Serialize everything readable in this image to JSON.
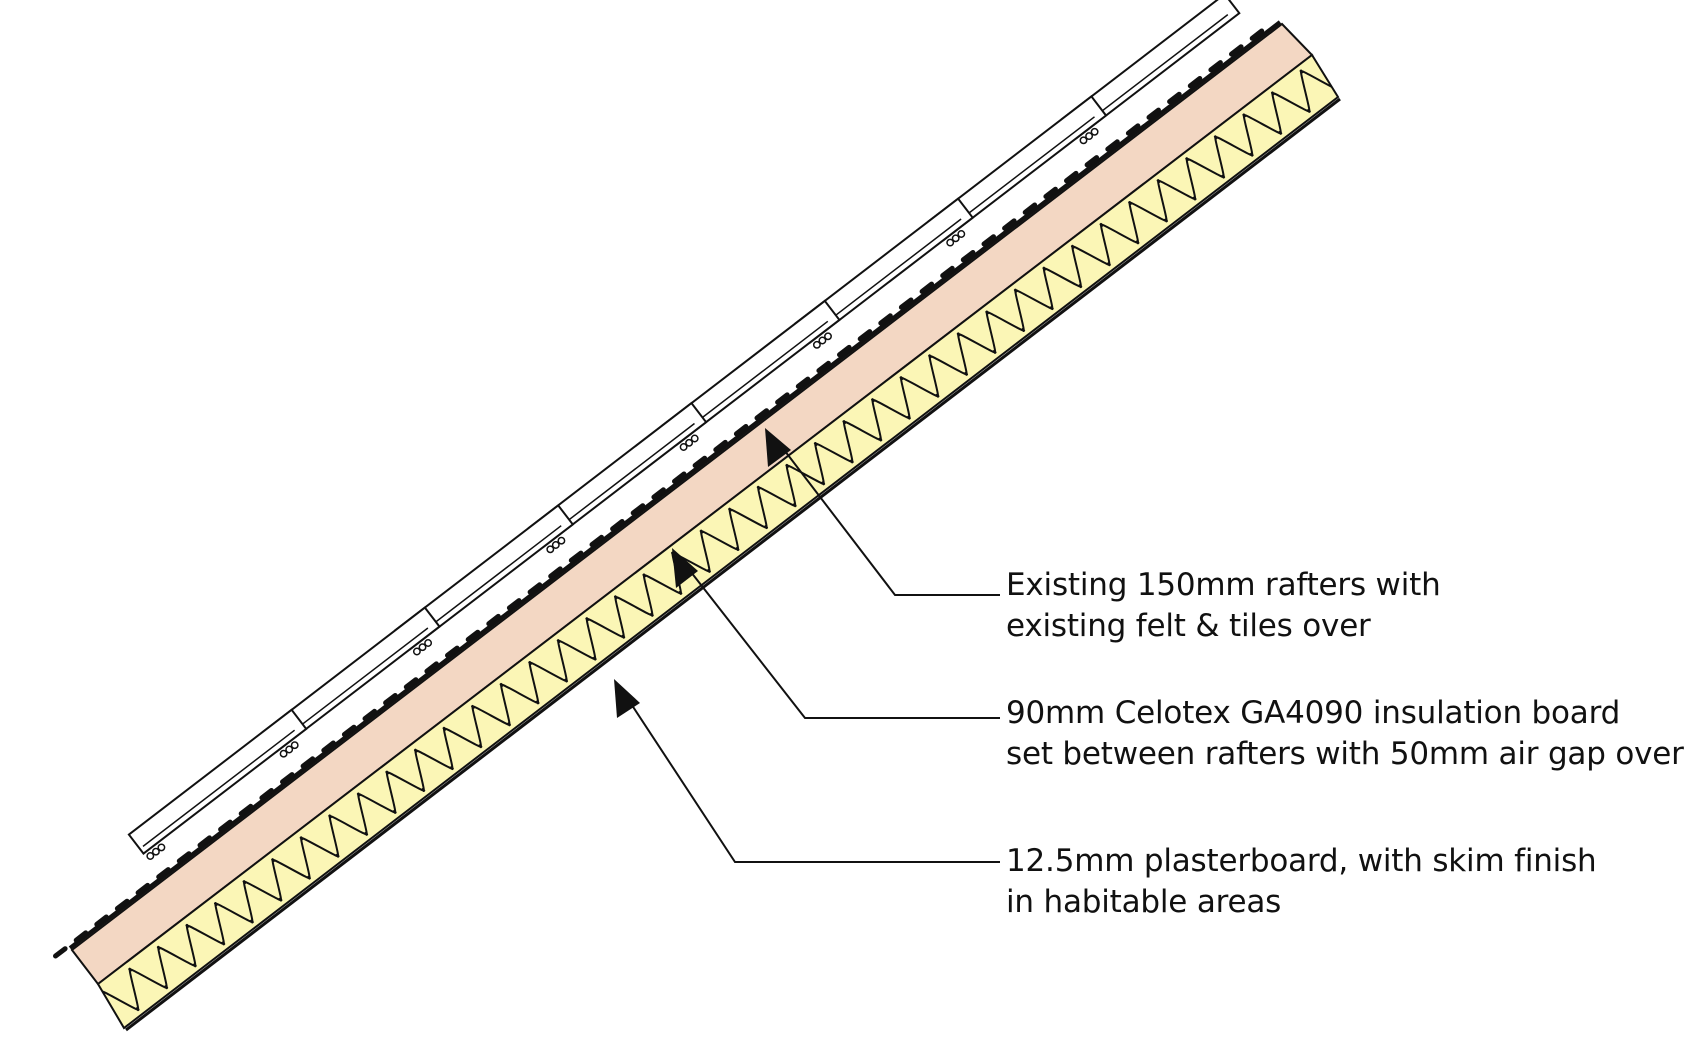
{
  "colors": {
    "rafter_fill": "#f3d7c3",
    "insulation_fill": "#fbf6b6",
    "line": "#111111",
    "tile_fill": "#ffffff"
  },
  "annotations": [
    {
      "id": "rafters",
      "lines": [
        "Existing 150mm rafters with",
        "existing felt & tiles over"
      ]
    },
    {
      "id": "insulation",
      "lines": [
        "90mm Celotex GA4090 insulation board",
        "set between rafters with 50mm air gap over"
      ]
    },
    {
      "id": "plaster",
      "lines": [
        "12.5mm plasterboard, with skim finish",
        "in habitable areas"
      ]
    }
  ]
}
